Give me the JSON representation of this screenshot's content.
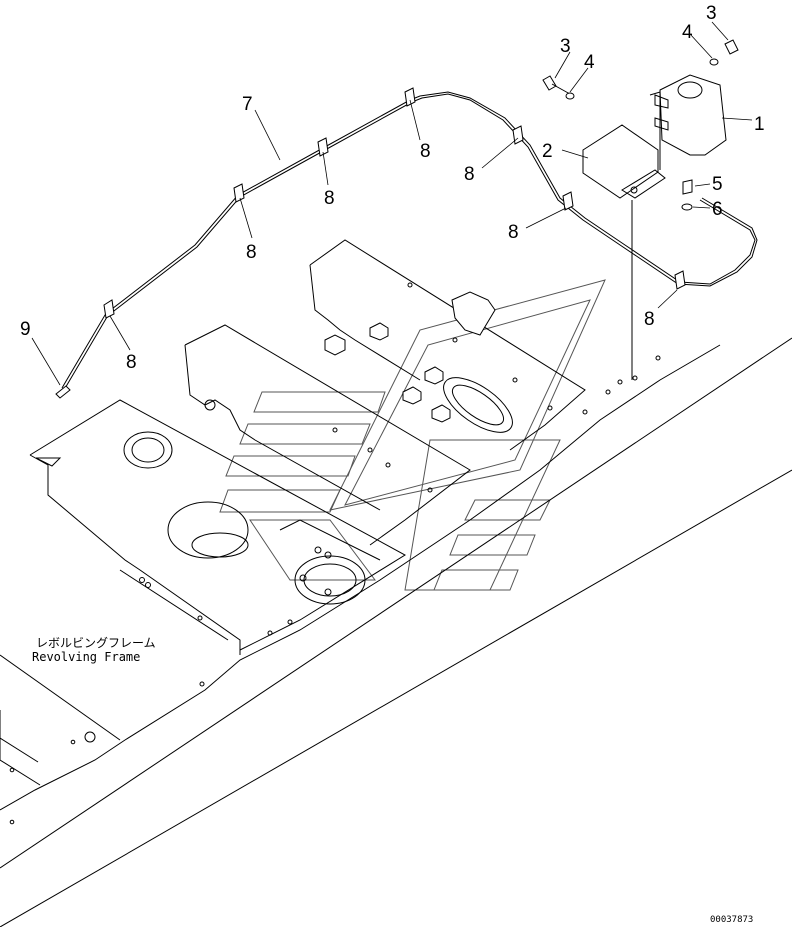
{
  "callouts": {
    "c1": "1",
    "c2": "2",
    "c3a": "3",
    "c3b": "3",
    "c4a": "4",
    "c4b": "4",
    "c5": "5",
    "c6": "6",
    "c7": "7",
    "c8a": "8",
    "c8b": "8",
    "c8c": "8",
    "c8d": "8",
    "c8e": "8",
    "c8f": "8",
    "c8g": "8",
    "c9": "9"
  },
  "frame_label": {
    "japanese": "レボルビングフレーム",
    "english": "Revolving Frame"
  },
  "document_id": "00037873"
}
